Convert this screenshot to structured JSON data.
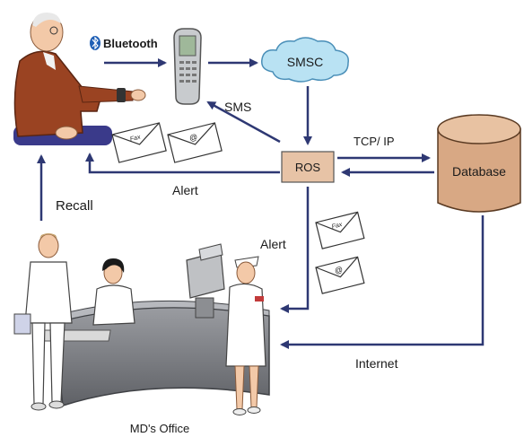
{
  "labels": {
    "bluetooth": "Bluetooth",
    "smsc": "SMSC",
    "sms": "SMS",
    "ros": "ROS",
    "tcp_ip": "TCP/ IP",
    "database": "Database",
    "alert_left": "Alert",
    "alert_down": "Alert",
    "recall": "Recall",
    "internet": "Internet",
    "md_office": "MD's Office",
    "fax": "Fax",
    "email": "@"
  },
  "colors": {
    "arrow": "#2e3873",
    "cloud": "#b9e2f3",
    "ros_box": "#e7c3a6",
    "database": "#d8a884",
    "database_top": "#e8c2a2",
    "patient_jacket": "#9a4322",
    "desk": "#7d7f84"
  },
  "icons": {
    "patient": "elderly-patient-figure",
    "phone": "mobile-phone-icon",
    "cloud": "cloud-icon",
    "database": "database-cylinder-icon",
    "envelope": "envelope-icon",
    "bluetooth": "bluetooth-icon",
    "office": "medical-office-scene"
  }
}
